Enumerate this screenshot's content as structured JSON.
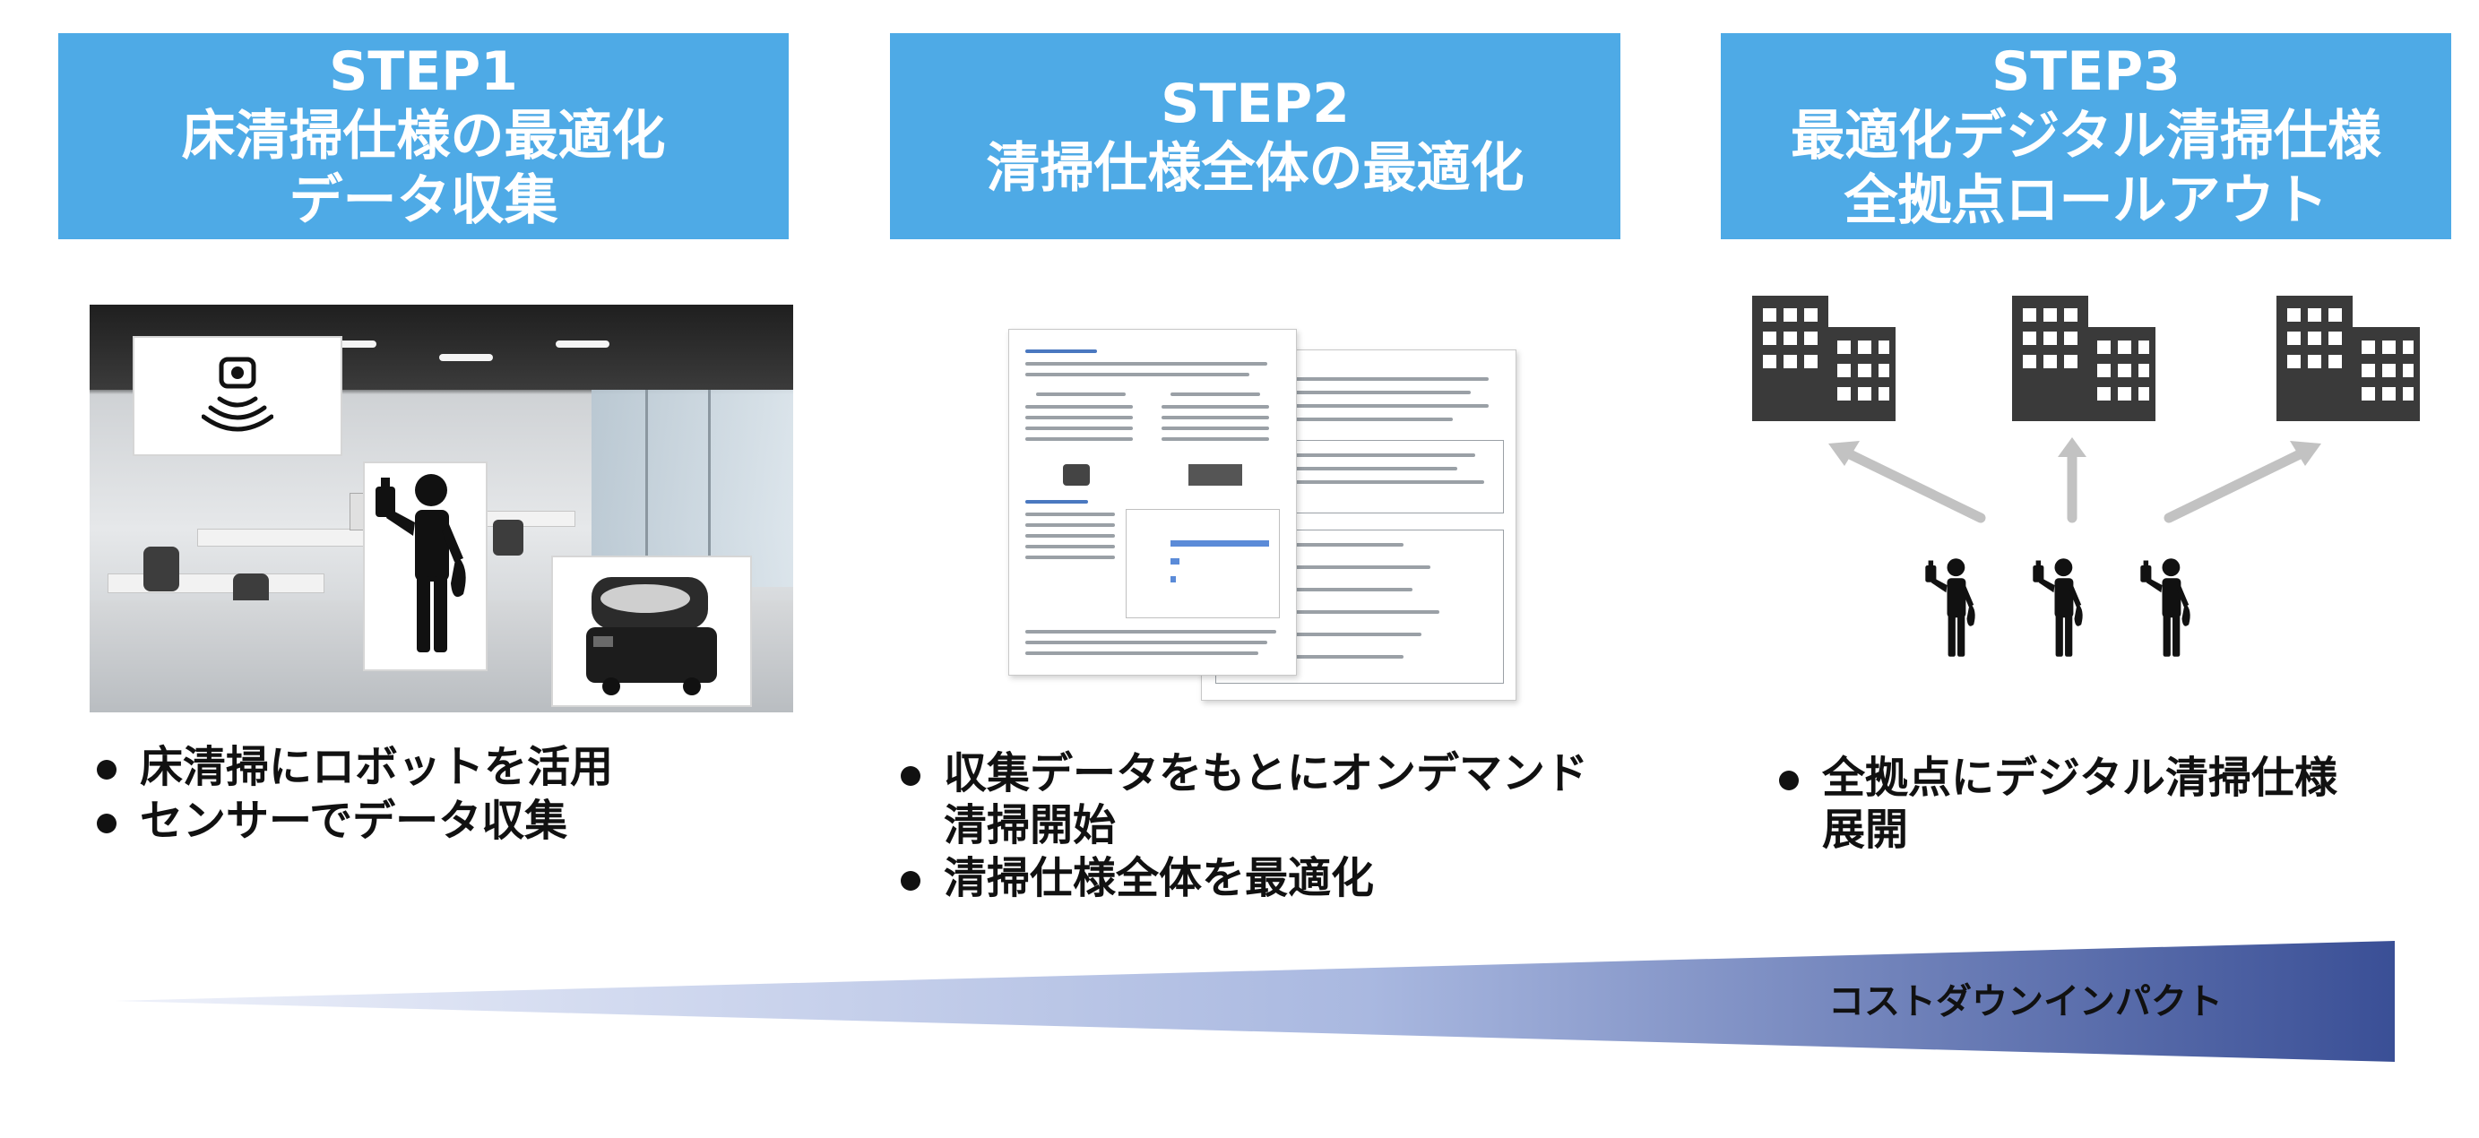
{
  "steps": [
    {
      "lines": [
        "STEP1",
        "床清掃仕様の最適化",
        "データ収集"
      ],
      "bullets": [
        {
          "lines": [
            "床清掃にロボットを活用"
          ]
        },
        {
          "lines": [
            "センサーでデータ収集"
          ]
        }
      ]
    },
    {
      "lines": [
        "STEP2",
        "清掃仕様全体の最適化"
      ],
      "bullets": [
        {
          "lines": [
            "収集データをもとにオンデマンド",
            "清掃開始"
          ]
        },
        {
          "lines": [
            "清掃仕様全体を最適化"
          ]
        }
      ]
    },
    {
      "lines": [
        "STEP3",
        "最適化デジタル清掃仕様",
        "全拠点ロールアウト"
      ],
      "bullets": [
        {
          "lines": [
            "全拠点にデジタル清掃仕様",
            "展開"
          ]
        }
      ]
    }
  ],
  "impact_label": "コストダウンインパクト",
  "icons": {
    "sensor": "sensor-signal-icon",
    "cleaner": "cleaning-worker-icon",
    "robot": "cleaning-robot-icon",
    "building": "office-building-icon",
    "arrow": "arrow-up-icon"
  },
  "colors": {
    "header_bg": "#4eaae6",
    "header_text": "#ffffff",
    "wedge_start": "#eef1fa",
    "wedge_end": "#3a4f96",
    "icon_dark": "#3a3a3a"
  }
}
